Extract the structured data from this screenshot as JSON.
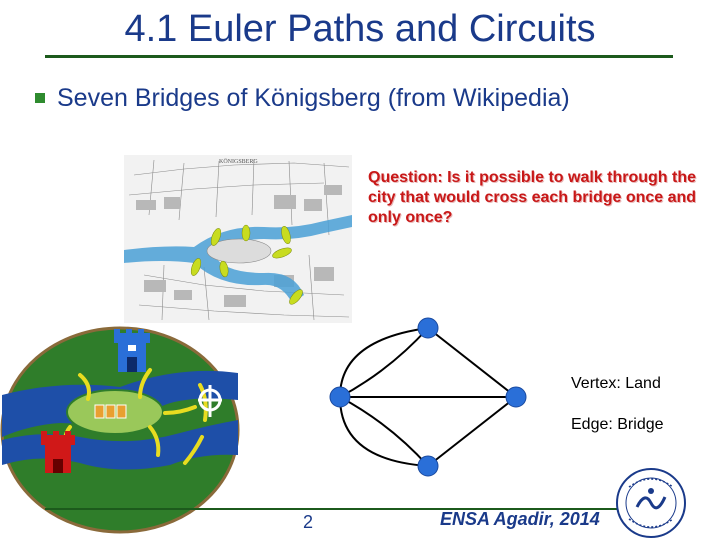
{
  "slide": {
    "title": "4.1 Euler Paths and Circuits",
    "bullet": "Seven Bridges of Königsberg (from Wikipedia)",
    "question": "Question: Is it possible to walk through the city that would cross each bridge once and only once?",
    "vertex_label": "Vertex: Land",
    "edge_label": "Edge: Bridge",
    "page_number": "2",
    "footer": "ENSA Agadir, 2014",
    "map_heading": "KÖNIGSBERG"
  },
  "colors": {
    "title": "#1a3a8a",
    "rule": "#1c5a1c",
    "bullet_marker": "#2e8b2e",
    "question": "#c81818",
    "vertex": "#2a6fd8",
    "bridge": "#e8dc20",
    "river": "#1e4fa8",
    "land": "#2f7d2a"
  },
  "icons": [
    "bullet-square-icon",
    "city-map-image",
    "castle-blue-icon",
    "castle-red-icon",
    "church-icon",
    "beer-mugs-icon",
    "university-seal-logo"
  ]
}
